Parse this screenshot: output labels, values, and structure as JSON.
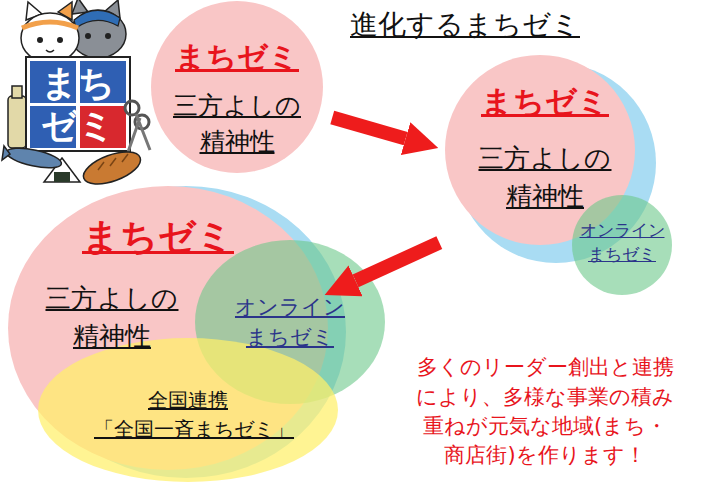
{
  "diagram": {
    "title": "進化するまちゼミ",
    "nodes": [
      {
        "text": [
          "まちゼミ",
          "三方よしの 精神性"
        ]
      },
      {
        "text": [
          "まちゼミ",
          "三方よしの 精神性"
        ]
      },
      {
        "text": [
          "オンライン まちゼミ"
        ]
      },
      {
        "text": [
          "まちゼミ",
          "三方よしの 精神性"
        ]
      },
      {
        "text": [
          "オンライン まちゼミ"
        ]
      },
      {
        "text": [
          "全国連携 「全国一斉まちゼミ」"
        ]
      }
    ],
    "edges": [
      {
        "from": 0,
        "to": 1,
        "arrow": "to"
      },
      {
        "from": 1,
        "to": 3,
        "arrow": "to"
      }
    ],
    "labels": [
      "まちゼミ",
      "多くのリーダー創出と連携により、多様な事業の積み重ねが元気な地域(まち・商店街)を作ります！"
    ]
  }
}
